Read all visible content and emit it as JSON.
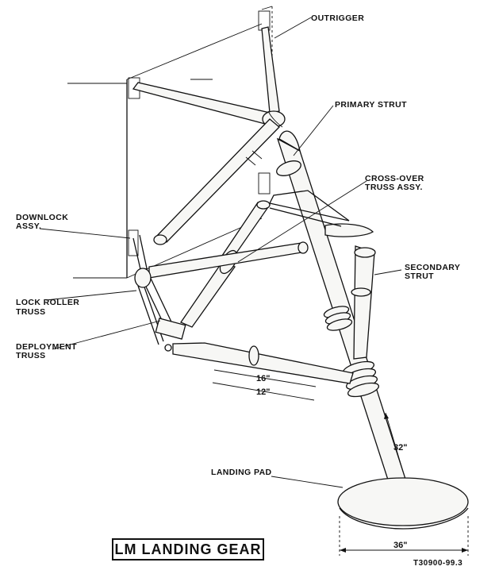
{
  "diagram": {
    "title": "LM LANDING GEAR",
    "figure_number": "T30900-99.3",
    "labels": {
      "outrigger": "OUTRIGGER",
      "primary_strut": "PRIMARY STRUT",
      "cross_over_line1": "CROSS-OVER",
      "cross_over_line2": "TRUSS ASSY.",
      "downlock_line1": "DOWNLOCK",
      "downlock_line2": "ASSY.",
      "secondary_line1": "SECONDARY",
      "secondary_line2": "STRUT",
      "lock_roller_line1": "LOCK ROLLER",
      "lock_roller_line2": "TRUSS",
      "deployment_line1": "DEPLOYMENT",
      "deployment_line2": "TRUSS",
      "landing_pad": "LANDING PAD"
    },
    "dimensions": {
      "stroke_16": "16\"",
      "stroke_12": "12\"",
      "primary_stroke": "32\"",
      "pad_diameter": "36\""
    }
  }
}
